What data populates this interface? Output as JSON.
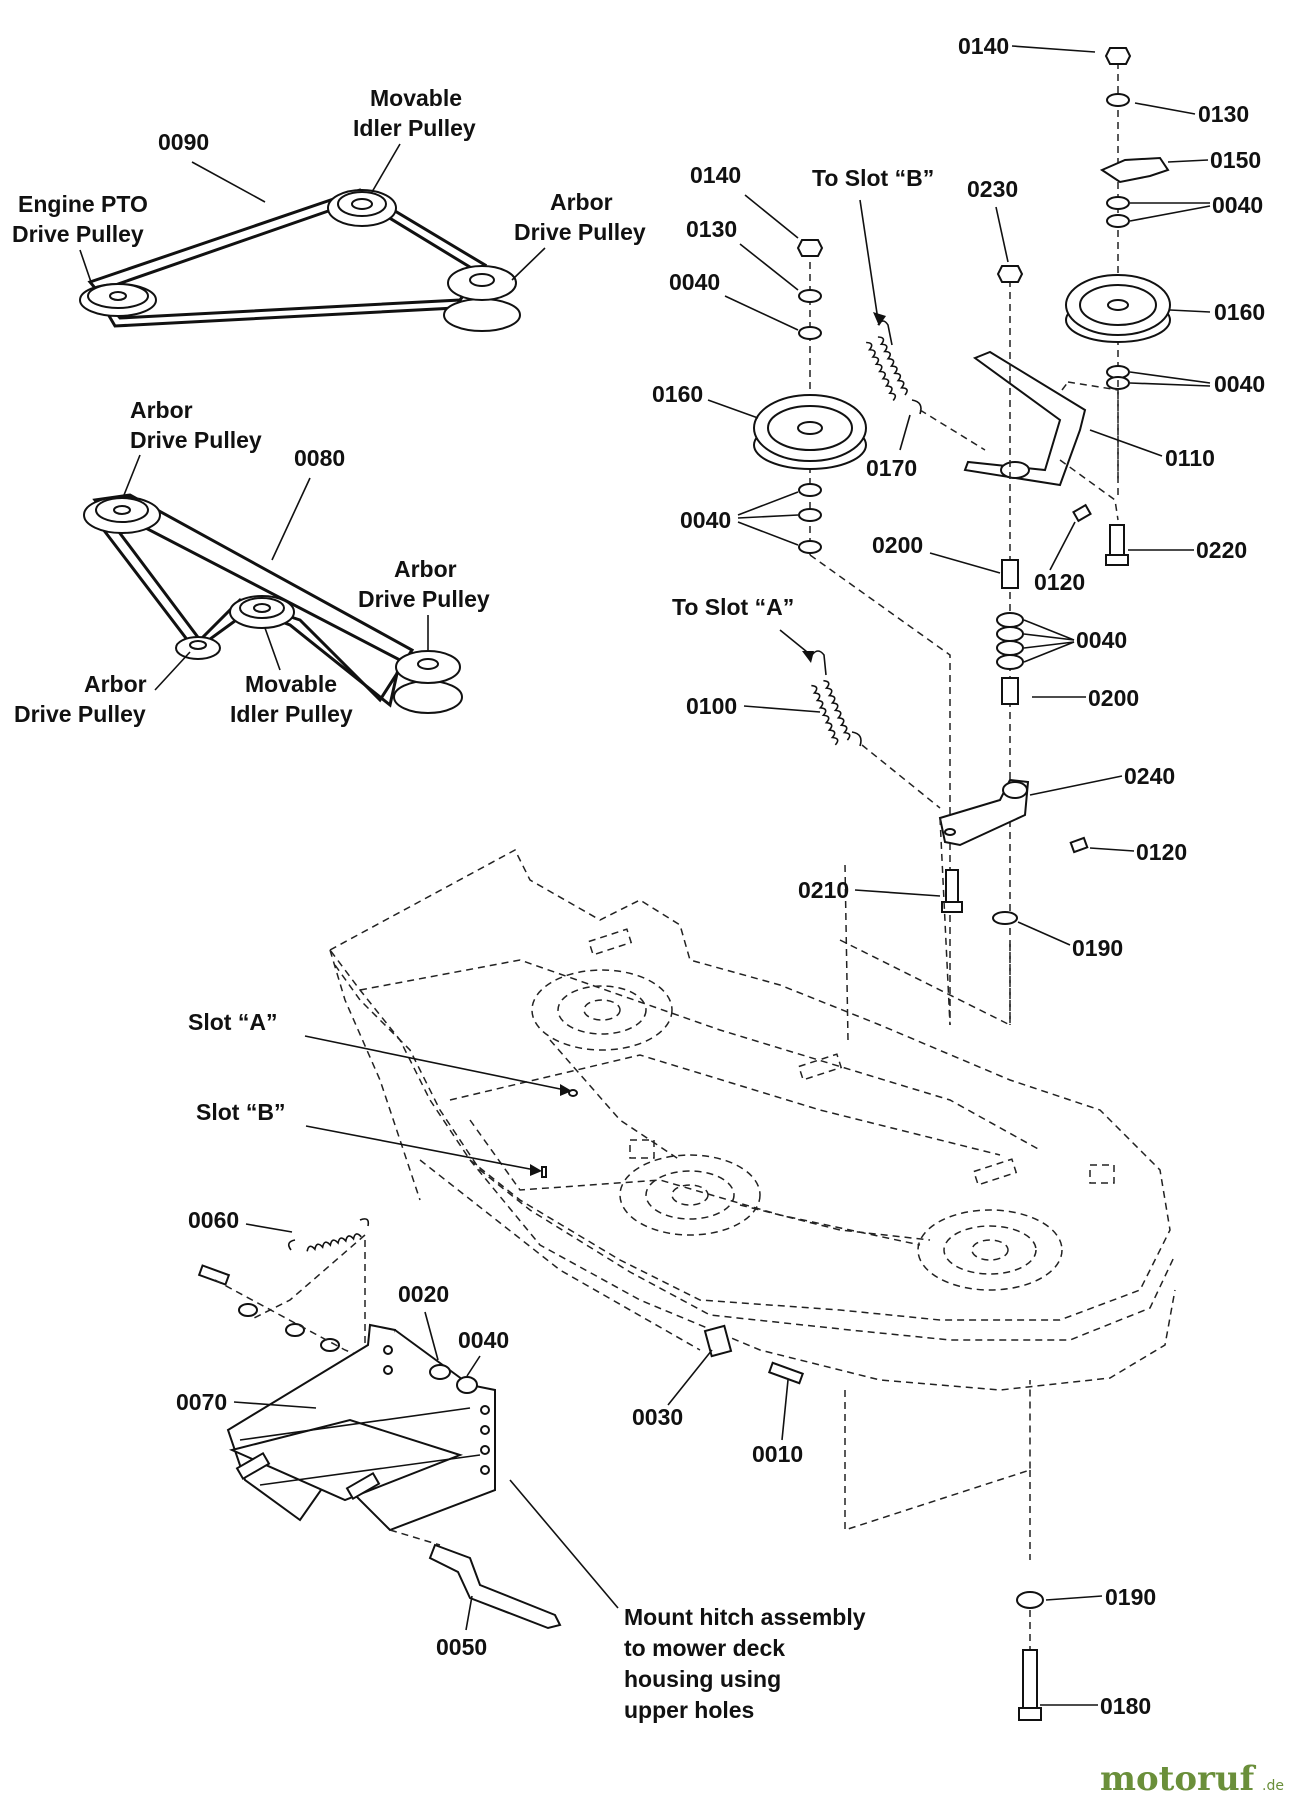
{
  "diagram": {
    "callouts": [
      {
        "id": "c0140a",
        "text": "0140"
      },
      {
        "id": "c0130a",
        "text": "0130"
      },
      {
        "id": "c0150",
        "text": "0150"
      },
      {
        "id": "c0040a",
        "text": "0040"
      },
      {
        "id": "c0160a",
        "text": "0160"
      },
      {
        "id": "c0040b",
        "text": "0040"
      },
      {
        "id": "c0110",
        "text": "0110"
      },
      {
        "id": "c0220",
        "text": "0220"
      },
      {
        "id": "c0140b",
        "text": "0140"
      },
      {
        "id": "c0130b",
        "text": "0130"
      },
      {
        "id": "c0040c",
        "text": "0040"
      },
      {
        "id": "c0160b",
        "text": "0160"
      },
      {
        "id": "c0170",
        "text": "0170"
      },
      {
        "id": "c0230",
        "text": "0230"
      },
      {
        "id": "c0040d",
        "text": "0040"
      },
      {
        "id": "c0200a",
        "text": "0200"
      },
      {
        "id": "c0120a",
        "text": "0120"
      },
      {
        "id": "c0040e",
        "text": "0040"
      },
      {
        "id": "c0200b",
        "text": "0200"
      },
      {
        "id": "c0100",
        "text": "0100"
      },
      {
        "id": "c0240",
        "text": "0240"
      },
      {
        "id": "c0120b",
        "text": "0120"
      },
      {
        "id": "c0210",
        "text": "0210"
      },
      {
        "id": "c0190a",
        "text": "0190"
      },
      {
        "id": "c0090",
        "text": "0090"
      },
      {
        "id": "c0080",
        "text": "0080"
      },
      {
        "id": "c0060",
        "text": "0060"
      },
      {
        "id": "c0020",
        "text": "0020"
      },
      {
        "id": "c0040f",
        "text": "0040"
      },
      {
        "id": "c0070",
        "text": "0070"
      },
      {
        "id": "c0030",
        "text": "0030"
      },
      {
        "id": "c0010",
        "text": "0010"
      },
      {
        "id": "c0050",
        "text": "0050"
      },
      {
        "id": "c0190b",
        "text": "0190"
      },
      {
        "id": "c0180",
        "text": "0180"
      }
    ],
    "labels": {
      "to_slot_b": "To Slot “B”",
      "to_slot_a": "To Slot “A”",
      "slot_a": "Slot “A”",
      "slot_b": "Slot “B”",
      "movable_idler_top": [
        "Movable",
        "Idler Pulley"
      ],
      "engine_pto": [
        "Engine PTO",
        "Drive Pulley"
      ],
      "arbor_drive_top": [
        "Arbor",
        "Drive Pulley"
      ],
      "arbor_drive_mid_left": [
        "Arbor",
        "Drive Pulley"
      ],
      "arbor_drive_mid_right": [
        "Arbor",
        "Drive Pulley"
      ],
      "arbor_drive_bottom_left": [
        "Arbor",
        "Drive Pulley"
      ],
      "movable_idler_bottom": [
        "Movable",
        "Idler Pulley"
      ],
      "mount_note": [
        "Mount hitch assembly",
        "to mower deck",
        "housing using",
        "upper holes"
      ]
    },
    "watermark": {
      "main": "motoruf",
      "suffix": ".de"
    }
  }
}
